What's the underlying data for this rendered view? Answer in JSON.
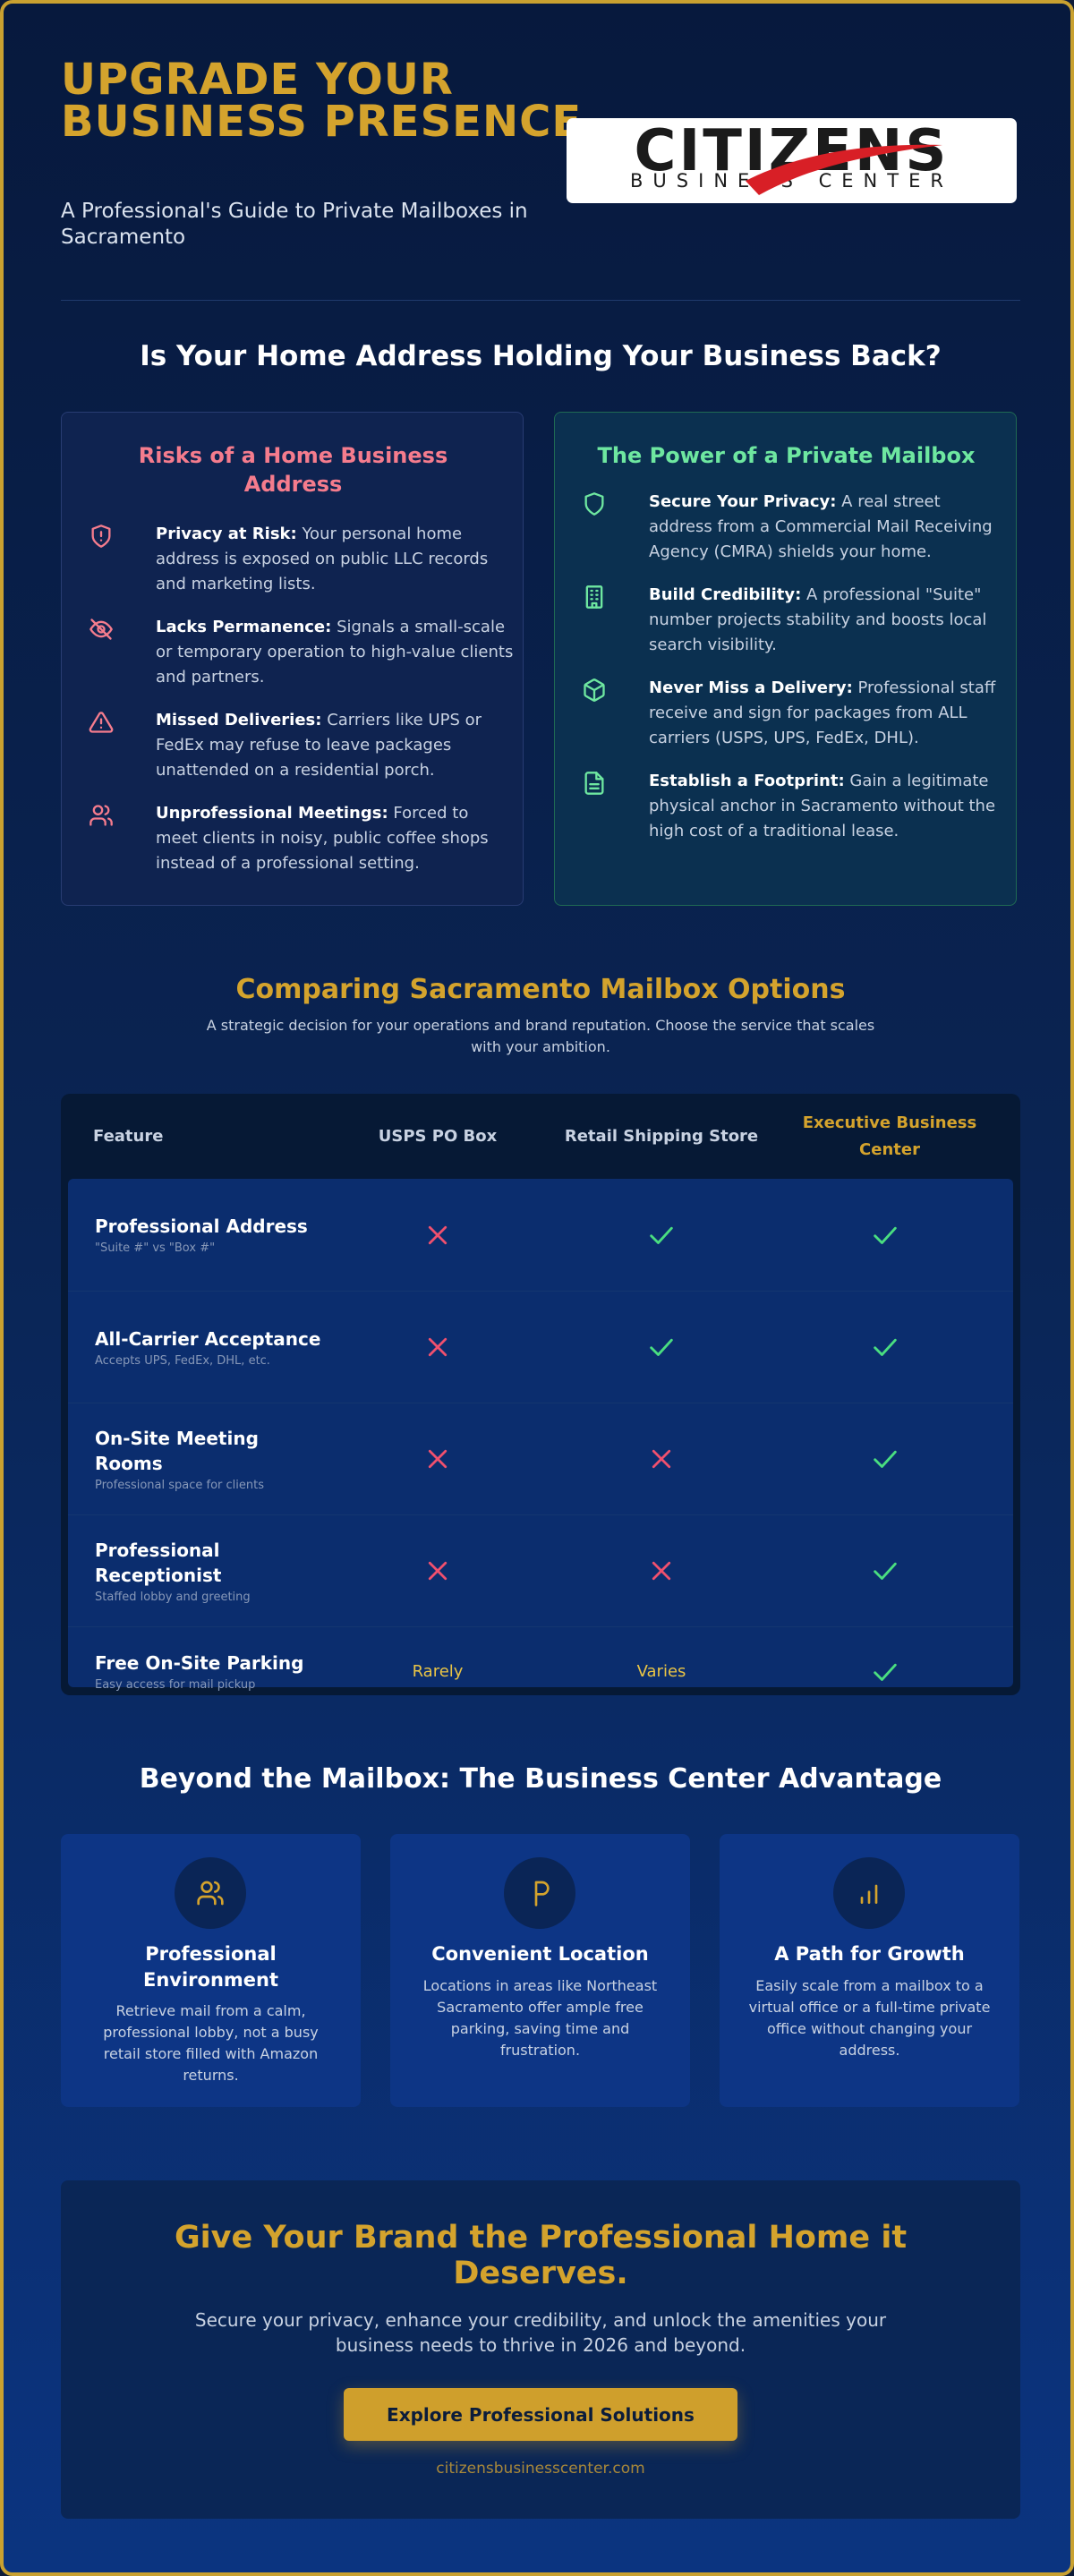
{
  "header": {
    "headline": "UPGRADE YOUR BUSINESS PRESENCE",
    "subhead": "A Professional's Guide to Private Mailboxes in Sacramento",
    "logo": {
      "word": "CITIZENS",
      "sub": "BUSINESS CENTER"
    }
  },
  "intro": {
    "title": "Is Your Home Address Holding Your Business Back?"
  },
  "risks": {
    "title": "Risks of a Home Business Address",
    "items": [
      {
        "icon": "shield-alert-icon",
        "bold": "Privacy at Risk:",
        "text": " Your personal home address is exposed on public LLC records and marketing lists."
      },
      {
        "icon": "eye-off-icon",
        "bold": "Lacks Permanence:",
        "text": " Signals a small-scale or temporary operation to high-value clients and partners."
      },
      {
        "icon": "warning-triangle-icon",
        "bold": "Missed Deliveries:",
        "text": " Carriers like UPS or FedEx may refuse to leave packages unattended on a residential porch."
      },
      {
        "icon": "users-icon",
        "bold": "Unprofessional Meetings:",
        "text": " Forced to meet clients in noisy, public coffee shops instead of a professional setting."
      }
    ]
  },
  "power": {
    "title": "The Power of a Private Mailbox",
    "items": [
      {
        "icon": "shield-icon",
        "bold": "Secure Your Privacy:",
        "text": " A real street address from a Commercial Mail Receiving Agency (CMRA) shields your home."
      },
      {
        "icon": "building-icon",
        "bold": "Build Credibility:",
        "text": " A professional \"Suite\" number projects stability and boosts local search visibility."
      },
      {
        "icon": "package-icon",
        "bold": "Never Miss a Delivery:",
        "text": " Professional staff receive and sign for packages from ALL carriers (USPS, UPS, FedEx, DHL)."
      },
      {
        "icon": "document-icon",
        "bold": "Establish a Footprint:",
        "text": " Gain a legitimate physical anchor in Sacramento without the high cost of a traditional lease."
      }
    ]
  },
  "comparison": {
    "title": "Comparing Sacramento Mailbox Options",
    "subtitle": "A strategic decision for your operations and brand reputation. Choose the service that scales with your ambition.",
    "columns": [
      "Feature",
      "USPS PO Box",
      "Retail Shipping Store",
      "Executive Business Center"
    ],
    "rows": [
      {
        "feature": "Professional Address",
        "desc": "\"Suite #\" vs \"Box #\"",
        "values": [
          "no",
          "yes",
          "yes"
        ]
      },
      {
        "feature": "All-Carrier Acceptance",
        "desc": "Accepts UPS, FedEx, DHL, etc.",
        "values": [
          "no",
          "yes",
          "yes"
        ]
      },
      {
        "feature": "On-Site Meeting Rooms",
        "desc": "Professional space for clients",
        "values": [
          "no",
          "no",
          "yes"
        ]
      },
      {
        "feature": "Professional Receptionist",
        "desc": "Staffed lobby and greeting",
        "values": [
          "no",
          "no",
          "yes"
        ]
      },
      {
        "feature": "Free On-Site Parking",
        "desc": "Easy access for mail pickup",
        "values": [
          "Rarely",
          "Varies",
          "yes"
        ]
      }
    ]
  },
  "advantages": {
    "title": "Beyond the Mailbox: The Business Center Advantage",
    "cards": [
      {
        "icon": "users-icon",
        "heading": "Professional Environment",
        "body": "Retrieve mail from a calm, professional lobby, not a busy retail store filled with Amazon returns."
      },
      {
        "icon": "parking-icon",
        "heading": "Convenient Location",
        "body": "Locations in areas like Northeast Sacramento offer ample free parking, saving time and frustration."
      },
      {
        "icon": "bar-chart-icon",
        "heading": "A Path for Growth",
        "body": "Easily scale from a mailbox to a virtual office or a full-time private office without changing your address."
      }
    ]
  },
  "cta": {
    "title": "Give Your Brand the Professional Home it Deserves.",
    "text": "Secure your privacy, enhance your credibility, and unlock the amenities your business needs to thrive in 2026 and beyond.",
    "button": "Explore Professional Solutions",
    "link": "citizensbusinesscenter.com"
  },
  "colors": {
    "gold": "#d4a32d",
    "risk": "#f57c8d",
    "power": "#6ee7a0",
    "check": "#4ade80",
    "cross": "#f0506e"
  }
}
